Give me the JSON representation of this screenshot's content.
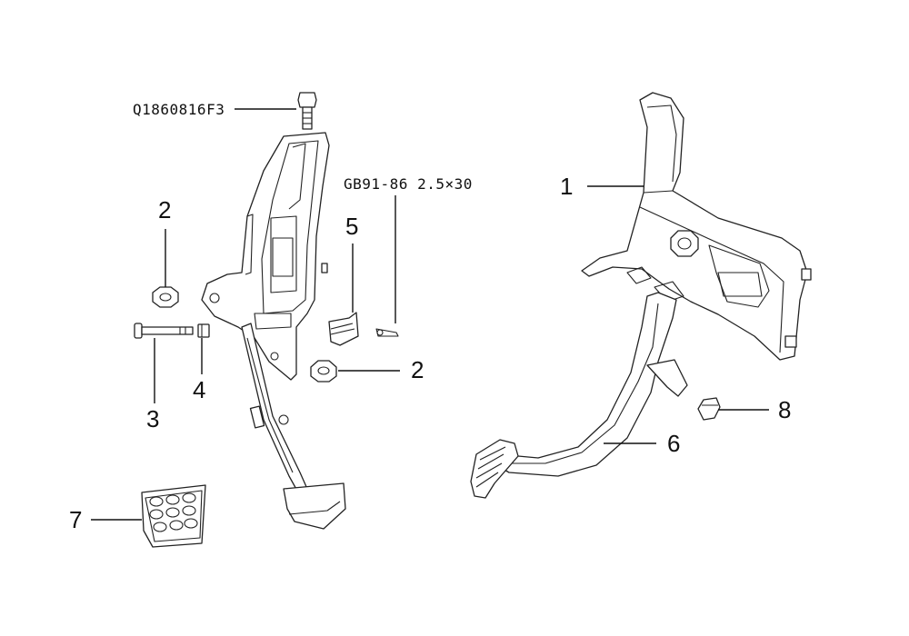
{
  "labels": {
    "part_bolt": "Q1860816F3",
    "part_pin": "GB91-86 2.5×30",
    "n1": "1",
    "n2a": "2",
    "n2b": "2",
    "n3": "3",
    "n4": "4",
    "n5": "5",
    "n6": "6",
    "n7": "7",
    "n8": "8"
  }
}
